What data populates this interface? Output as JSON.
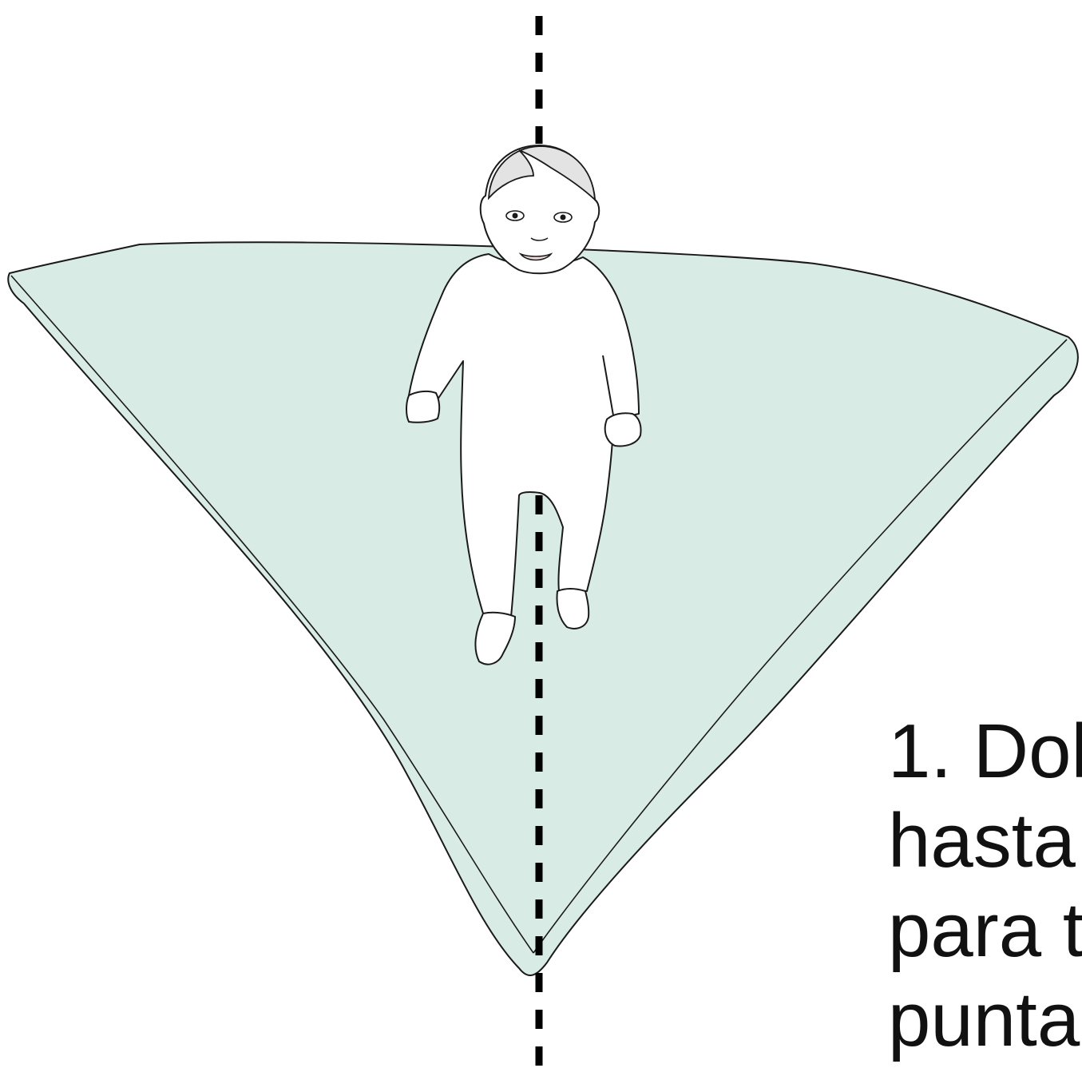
{
  "instruction": {
    "lines": [
      "1. Dol",
      "hasta",
      "para t",
      "punta"
    ]
  },
  "colors": {
    "blanket_fill": "#d9ebe5",
    "outline": "#1a1a1a",
    "hair": "#e3e3e3",
    "fold_line": "#000000",
    "suit": "#ffffff"
  },
  "icons": {
    "baby": "baby-in-sleepsuit-illustration",
    "blanket": "swaddle-blanket-illustration",
    "fold_line": "dashed-fold-line"
  }
}
